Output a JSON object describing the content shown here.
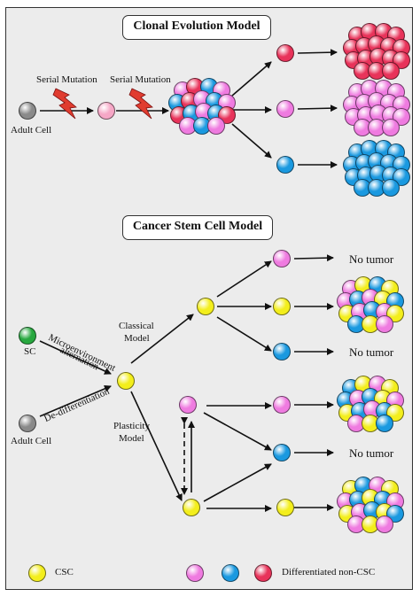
{
  "titles": {
    "clonal": "Clonal Evolution Model",
    "csc": "Cancer Stem Cell Model"
  },
  "labels": {
    "serial_mutation": "Serial Mutation",
    "adult_cell": "Adult Cell",
    "sc": "SC",
    "microenvironment": "Microenvironment",
    "alternation": "alternation",
    "dedifferentiation": "De-differentiation",
    "classical": "Classical",
    "plasticity": "Plasticity",
    "model": "Model",
    "no_tumor": "No tumor"
  },
  "legend": {
    "csc": "CSC",
    "non_csc": "Differentiated non-CSC"
  },
  "colors": {
    "red": "#e8335a",
    "pink": "#ef7be0",
    "light_pink": "#f6a7c6",
    "blue": "#1a99e0",
    "yellow": "#f3ee1c",
    "green": "#27a83f",
    "gray": "#8a8a8a",
    "bolt": "#e03c2f"
  }
}
